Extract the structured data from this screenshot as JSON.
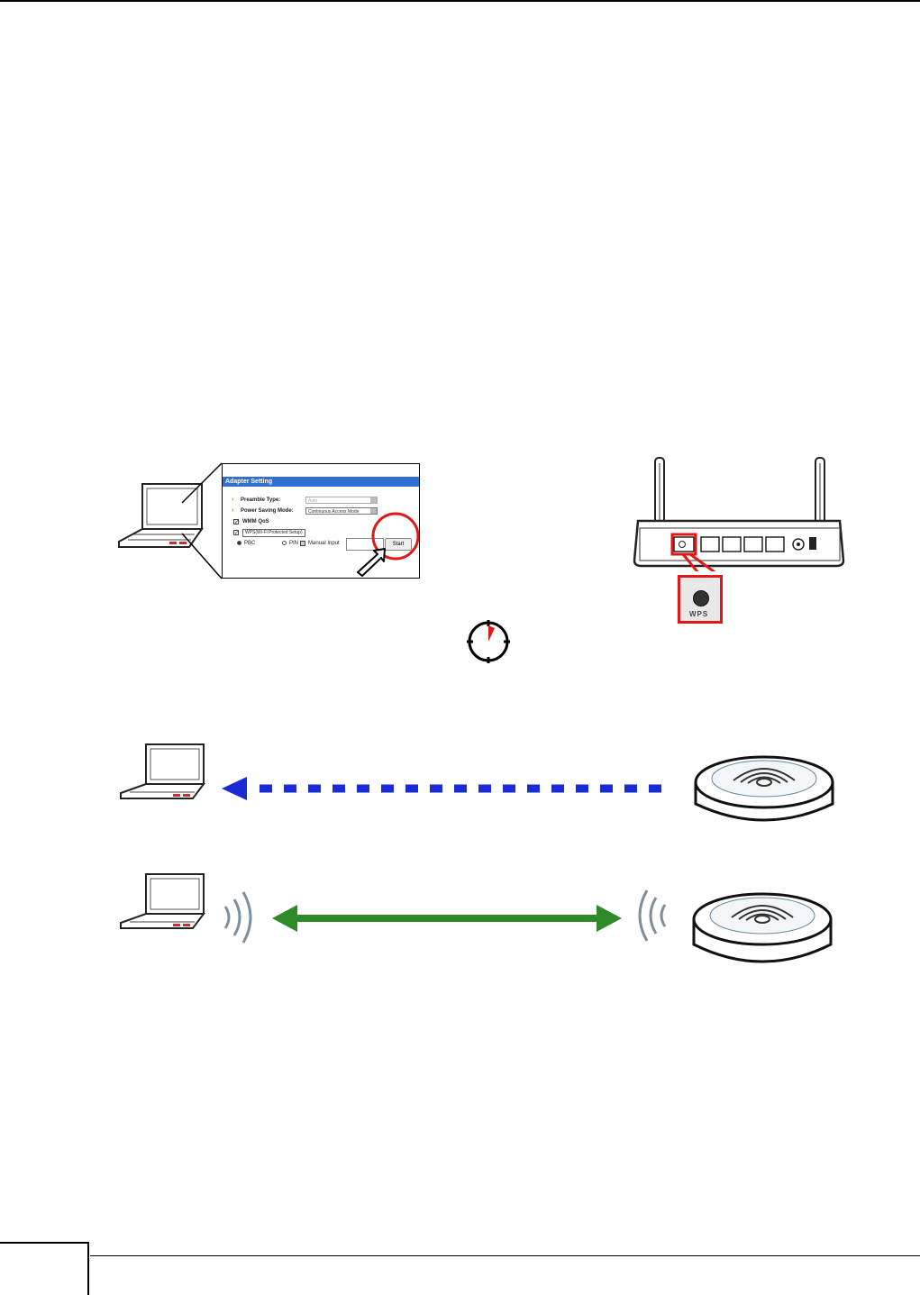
{
  "adapter_setting": {
    "title": "Adapter Setting",
    "preamble_label": "Preamble Type:",
    "preamble_value": "Auto",
    "power_saving_label": "Power Saving Mode:",
    "power_saving_value": "Continuous Access Mode",
    "wmm_label": "WMM QoS",
    "wps_label": "WPS(Wi-Fi Protected Setup)",
    "pbc_label": "PBC",
    "pin_label": "PIN",
    "manual_input_label": "Manual Input",
    "start_label": "Start"
  },
  "router": {
    "wps_button_label": "WPS"
  },
  "colors": {
    "highlight_red": "#e01818",
    "discovery_arrow_blue": "#1a2bd6",
    "connection_arrow_green": "#2f8a2a"
  },
  "icons": [
    "laptop-icon",
    "cursor-arrow-icon",
    "timer-icon",
    "wireless-router-icon",
    "access-point-icon",
    "wifi-signal-icon"
  ]
}
